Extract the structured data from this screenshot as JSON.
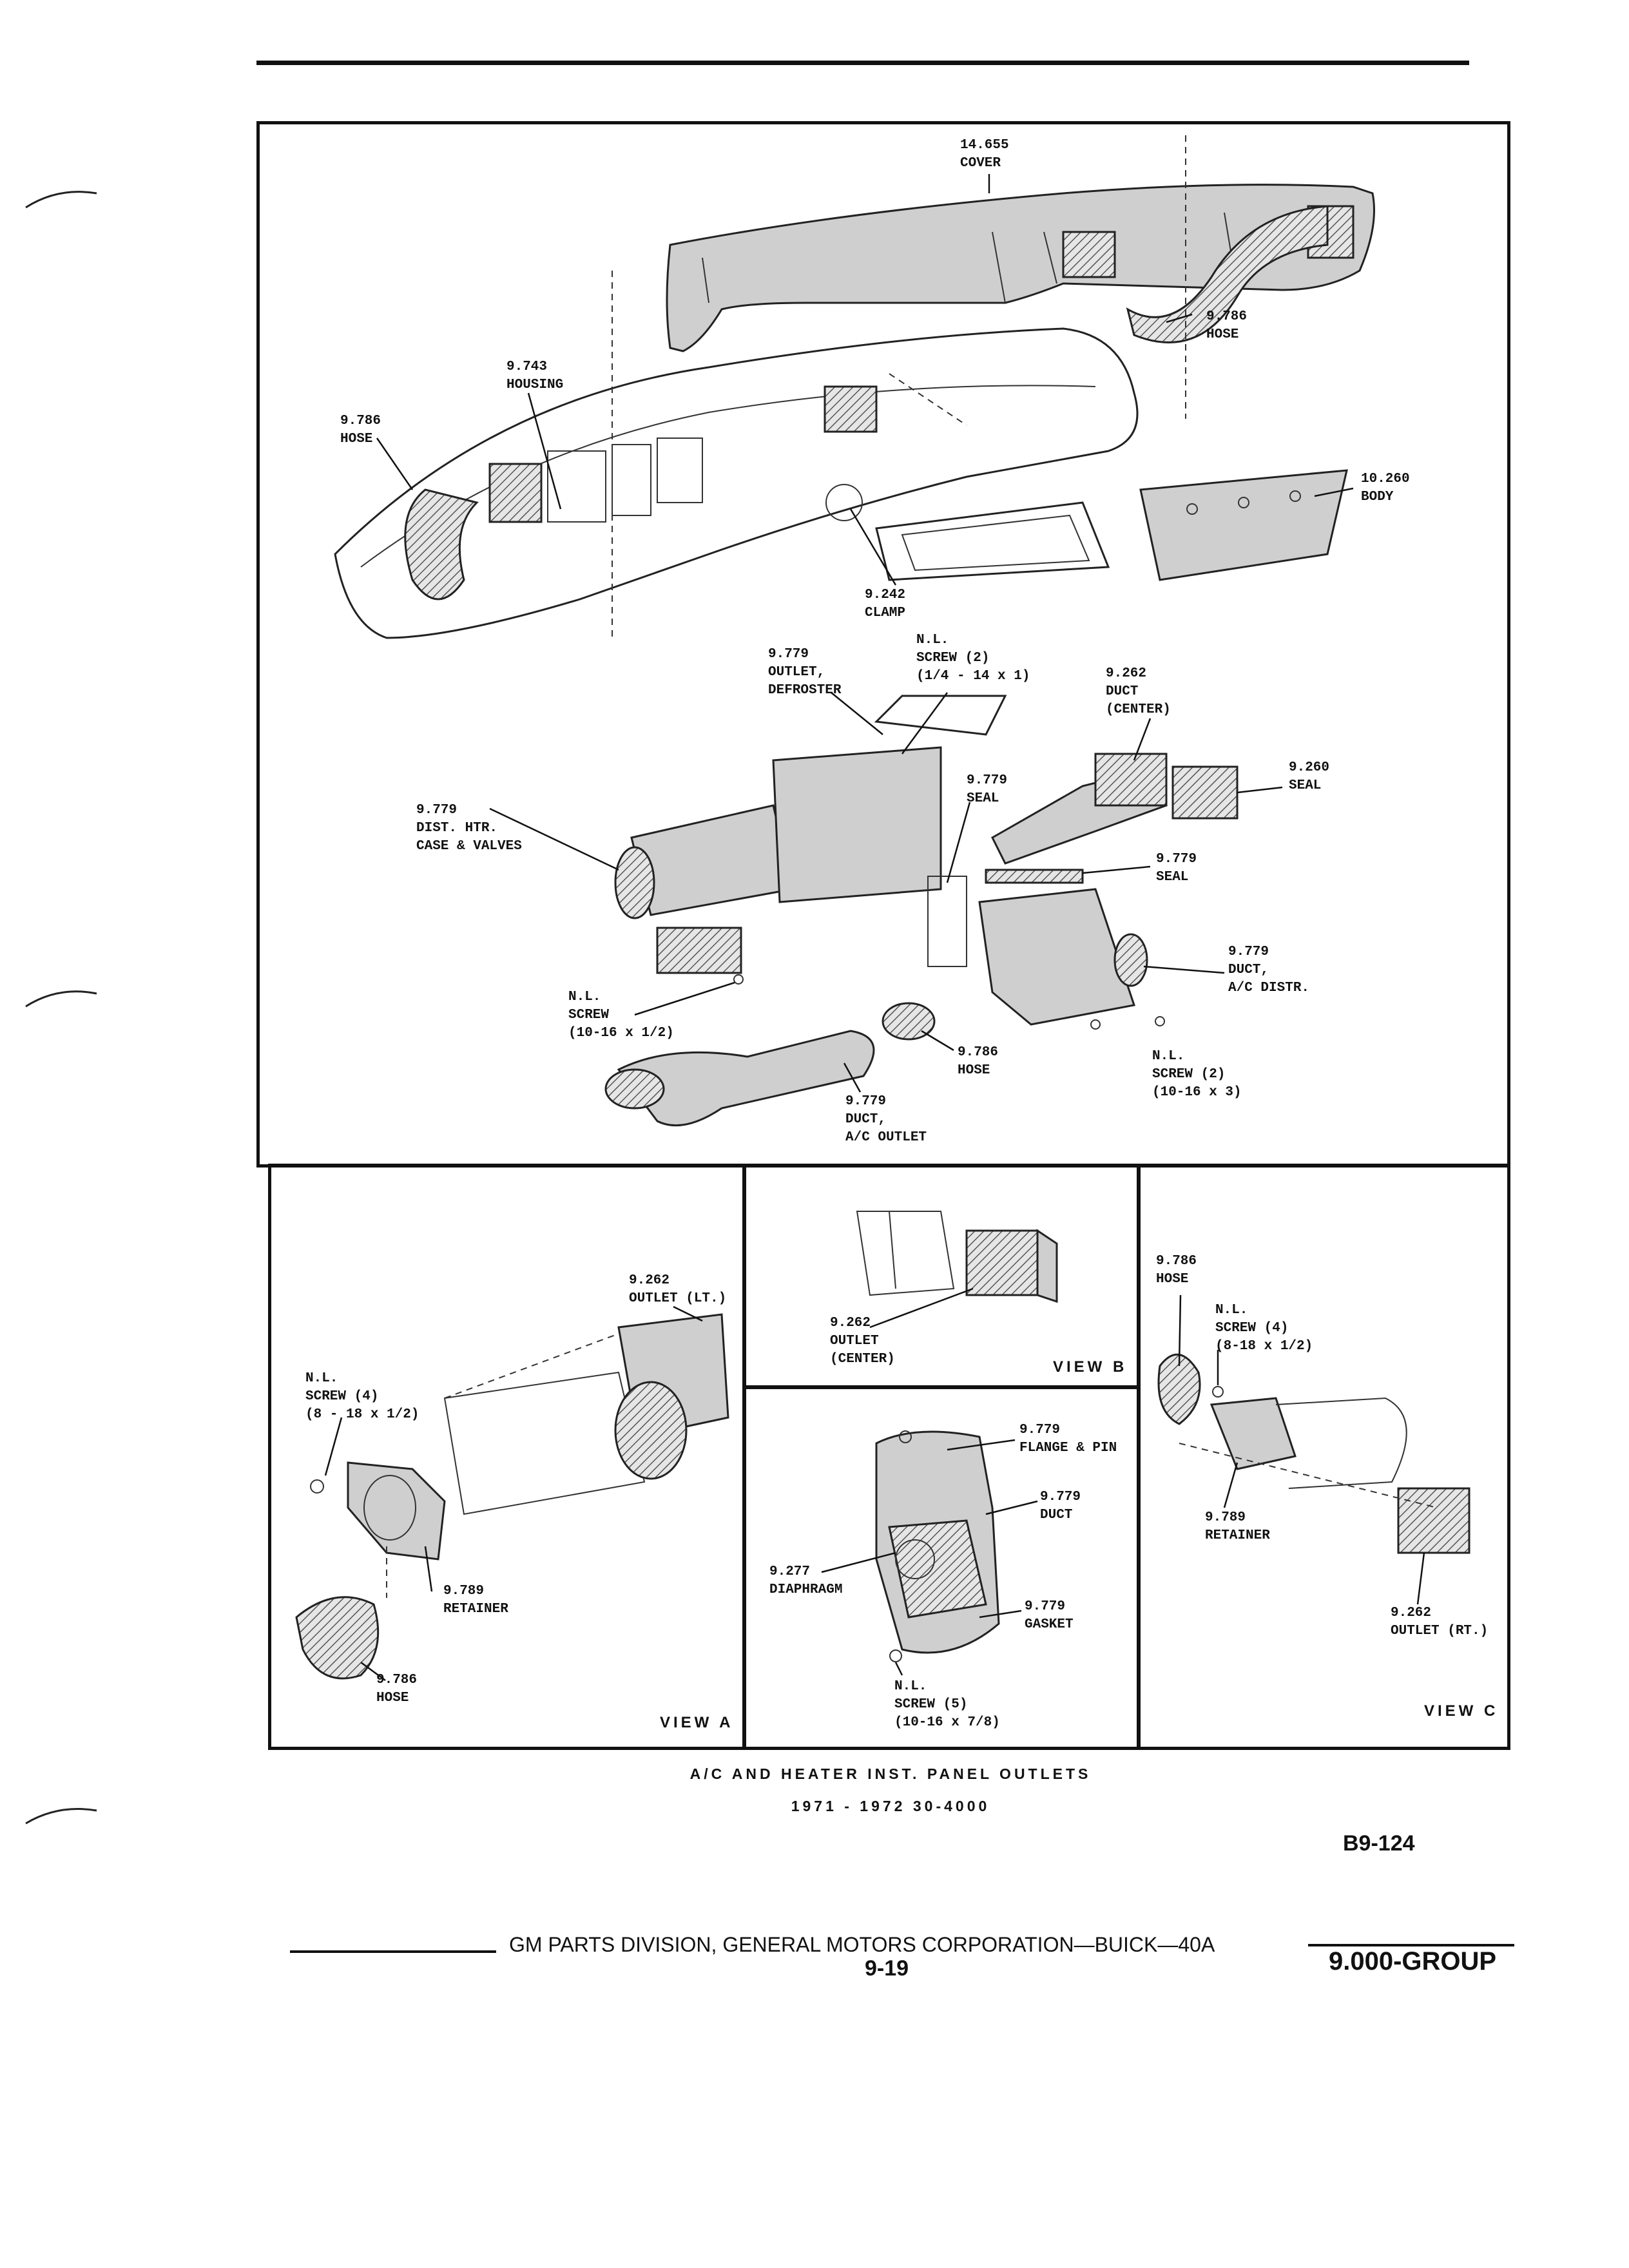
{
  "labels": {
    "cover": "14.655\nCOVER",
    "hose_top_right": "9.786\nHOSE",
    "housing": "9.743\nHOUSING",
    "hose_left": "9.786\nHOSE",
    "body": "10.260\nBODY",
    "clamp": "9.242\nCLAMP",
    "outlet_defroster": "9.779\nOUTLET,\nDEFROSTER",
    "screw_14": "N.L.\nSCREW (2)\n(1/4 - 14 x 1)",
    "duct_center": "9.262\nDUCT\n(CENTER)",
    "seal_upper": "9.779\nSEAL",
    "seal_right": "9.260\nSEAL",
    "dist_htr": "9.779\nDIST. HTR.\nCASE & VALVES",
    "seal_lower": "9.779\nSEAL",
    "duct_ac_distr": "9.779\nDUCT,\nA/C DISTR.",
    "screw_half": "N.L.\nSCREW\n(10-16 x 1/2)",
    "hose_mid": "9.786\nHOSE",
    "screw_3": "N.L.\nSCREW (2)\n(10-16 x 3)",
    "duct_ac_outlet": "9.779\nDUCT,\nA/C OUTLET",
    "outlet_lt": "9.262\nOUTLET (LT.)",
    "screw_a": "N.L.\nSCREW (4)\n(8 - 18 x 1/2)",
    "retainer_a": "9.789\nRETAINER",
    "hose_a": "9.786\nHOSE",
    "outlet_center": "9.262\nOUTLET\n(CENTER)",
    "flange_pin": "9.779\nFLANGE & PIN",
    "duct_mid": "9.779\nDUCT",
    "diaphragm": "9.277\nDIAPHRAGM",
    "gasket": "9.779\nGASKET",
    "screw_5": "N.L.\nSCREW (5)\n(10-16 x 7/8)",
    "hose_c": "9.786\nHOSE",
    "screw_c": "N.L.\nSCREW (4)\n(8-18 x 1/2)",
    "retainer_c": "9.789\nRETAINER",
    "outlet_rt": "9.262\nOUTLET (RT.)"
  },
  "views": {
    "a": "VIEW A",
    "b": "VIEW B",
    "c": "VIEW C"
  },
  "caption": {
    "title": "A/C AND HEATER INST. PANEL OUTLETS",
    "subtitle": "1971 - 1972 30-4000"
  },
  "page_code": "B9-124",
  "footer": {
    "division": "GM PARTS DIVISION,  GENERAL MOTORS CORPORATION—BUICK—40A",
    "page": "9-19",
    "group": "9.000-GROUP"
  }
}
